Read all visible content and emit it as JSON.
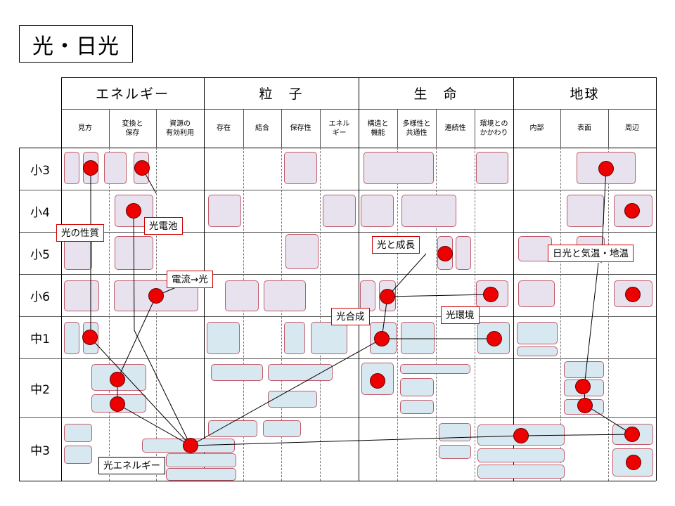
{
  "title": "光・日光",
  "header": {
    "categories": [
      "エネルギー",
      "粒　子",
      "生　命",
      "地球"
    ],
    "subcolumns": [
      "見方",
      "変換と\n保存",
      "資源の\n有効利用",
      "存在",
      "結合",
      "保存性",
      "エネル\nギー",
      "構造と\n機能",
      "多様性と\n共通性",
      "連続性",
      "環境との\nかかわり",
      "内部",
      "表面",
      "周辺"
    ]
  },
  "rows": [
    "小3",
    "小4",
    "小5",
    "小6",
    "中1",
    "中2",
    "中3"
  ],
  "labels": {
    "light_properties": "光の性質",
    "photovoltaic": "光電池",
    "current_to_light": "電流→光",
    "growth": "光と成長",
    "photosynthesis": "光合成",
    "light_environment": "光環境",
    "sunlight_temperature": "日光と気温・地温",
    "light_energy": "光エネルギー"
  },
  "colors": {
    "dot": "#ee0000",
    "cell_pink": "#e8e2ee",
    "cell_blue": "#d8e8f0",
    "cell_border": "#c05a6a",
    "label_border": "#d00000"
  }
}
